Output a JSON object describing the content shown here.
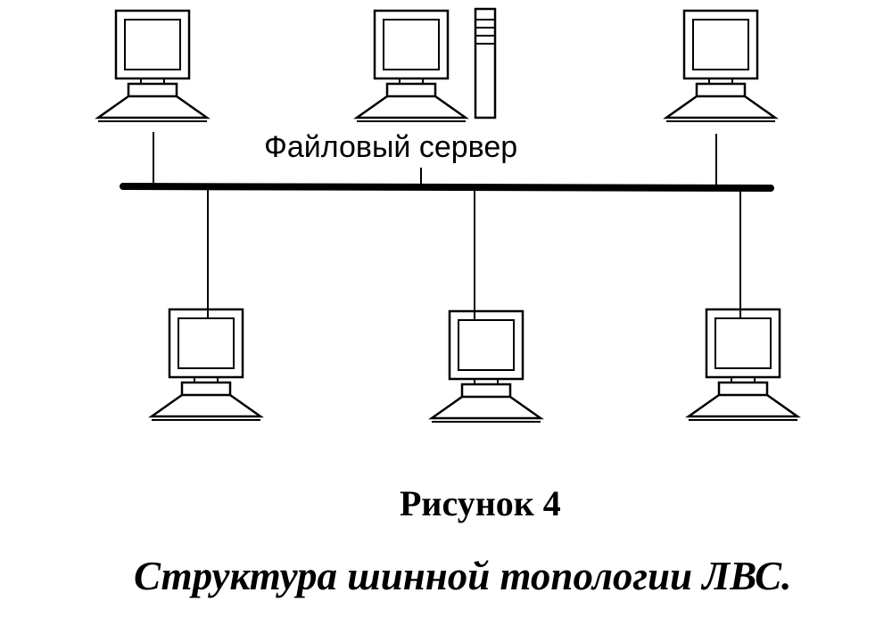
{
  "diagram": {
    "server_label": "Файловый сервер"
  },
  "figure": {
    "number": "Рисунок 4",
    "caption": "Структура шинной топологии ЛВС."
  }
}
